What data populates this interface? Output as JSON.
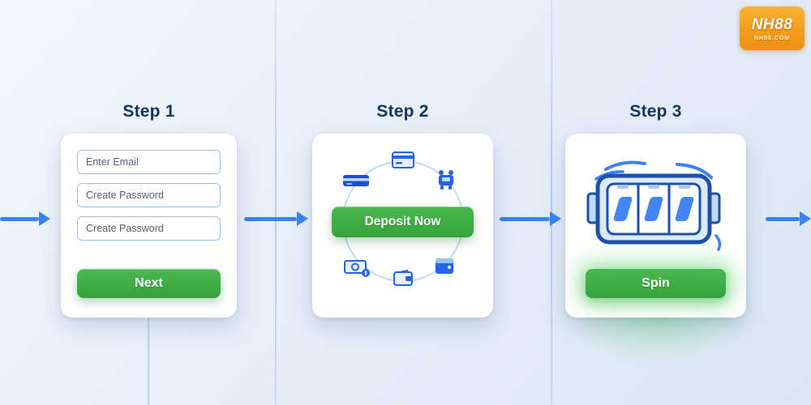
{
  "logo": {
    "title": "NH88",
    "subtitle": "NH88.COM"
  },
  "colors": {
    "arrow_blue": "#3b82f6",
    "button_green": "#3aa83f",
    "title_navy": "#14355e",
    "card_border_blue": "#9dbfe3",
    "slot_blue": "#1c4fae",
    "logo_orange": "#ef8e0c"
  },
  "steps": [
    {
      "label": "Step 1",
      "inputs": [
        "Enter Email",
        "Create Password",
        "Create Password"
      ],
      "button_label": "Next"
    },
    {
      "label": "Step 2",
      "button_label": "Deposit Now",
      "icons": [
        "credit-card",
        "payment-terminal",
        "bank-card",
        "cash",
        "wallet",
        "purse"
      ]
    },
    {
      "label": "Step 3",
      "button_label": "Spin",
      "illustration": "slot-machine"
    }
  ]
}
